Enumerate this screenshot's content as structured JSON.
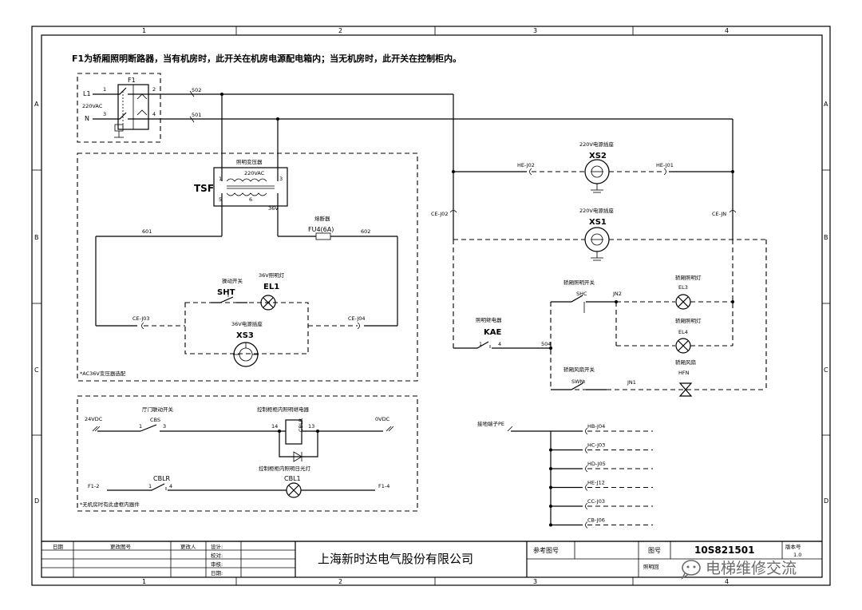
{
  "grid": {
    "cols": [
      "1",
      "2",
      "3",
      "4"
    ],
    "rows": [
      "A",
      "B",
      "C",
      "D"
    ]
  },
  "title_note": "F1为轿厢照明断路器，当有机房时，此开关在机房电源配电箱内；当无机房时，此开关在控制柜内。",
  "breaker": {
    "id": "F1",
    "l1": "L1",
    "n": "N",
    "voltage": "220VAC",
    "t1": "1",
    "t2": "2",
    "t3": "3",
    "t4": "4",
    "w_top": "502",
    "w_bot": "501"
  },
  "transformer": {
    "id": "TSF",
    "name": "照明变压器",
    "primary": "220VAC",
    "secondary": "36V",
    "p1": "1",
    "p3": "3",
    "s5": "5",
    "s6": "6",
    "w_left": "601",
    "w_right": "602",
    "note": "*AC36V变压器选配"
  },
  "fuse": {
    "name": "熔断器",
    "id": "FU4(6A)"
  },
  "sht": {
    "name": "操动开关",
    "id": "SHT"
  },
  "el1": {
    "name": "36V照明灯",
    "id": "EL1"
  },
  "xs3": {
    "name": "36V电源插座",
    "id": "XS3"
  },
  "ce_j03": "CE-J03",
  "ce_j04": "CE-J04",
  "xs2": {
    "name": "220V电源插座",
    "id": "XS2",
    "left": "HE-J02",
    "right": "HE-J01"
  },
  "xs1": {
    "name": "220V电源插座",
    "id": "XS1"
  },
  "ce_j02": "CE-J02",
  "ce_jn": "CE-JN",
  "kae": {
    "name": "照明继电器",
    "id": "KAE",
    "c1": "1",
    "c4": "4",
    "wire": "504"
  },
  "shc": {
    "name": "轿厢照明开关",
    "id": "SHC"
  },
  "jn2": "JN2",
  "el3": {
    "name": "轿厢照明灯",
    "id": "EL3"
  },
  "el4": {
    "name": "轿厢照明灯",
    "id": "EL4"
  },
  "swn": {
    "name": "轿厢风扇开关",
    "id": "SWN"
  },
  "jn1": "JN1",
  "hfn": {
    "name": "轿厢风扇",
    "id": "HFN"
  },
  "relay_box": {
    "dc24": "24VDC",
    "door_name": "厅门联动开关",
    "door_id": "CBS",
    "d1": "1",
    "d3": "3",
    "relay_name": "控制柜柜内照明继电器",
    "relay_id": "CBLR",
    "r14": "14",
    "r13": "13",
    "dc0": "0VDC",
    "lamp_name": "控制柜柜内照明日光灯",
    "lamp_id": "CBL1",
    "sw_id": "CBLR",
    "s1": "1",
    "s4": "4",
    "f12": "F1-2",
    "f14": "F1-4",
    "note": "*无机房时有此虚框内器件"
  },
  "pe": {
    "label": "接地端子PE",
    "terms": [
      "HB-J04",
      "HC-J03",
      "HD-J05",
      "HE-J12",
      "CC-J03",
      "CB-J06"
    ]
  },
  "titleblock": {
    "rev_date": "日期",
    "rev_desc": "更改图号",
    "rev_by": "更改人",
    "design": "设计:",
    "check": "校对:",
    "review": "审核:",
    "date": "日期:",
    "company": "上海新时达电气股份有限公司",
    "ref_label": "参考图号",
    "drawing_label": "图号",
    "drawing_no": "10S821501",
    "sheet_label": "照明回",
    "version_label": "版本号",
    "version": "1.0"
  },
  "watermark": "电梯维修交流"
}
